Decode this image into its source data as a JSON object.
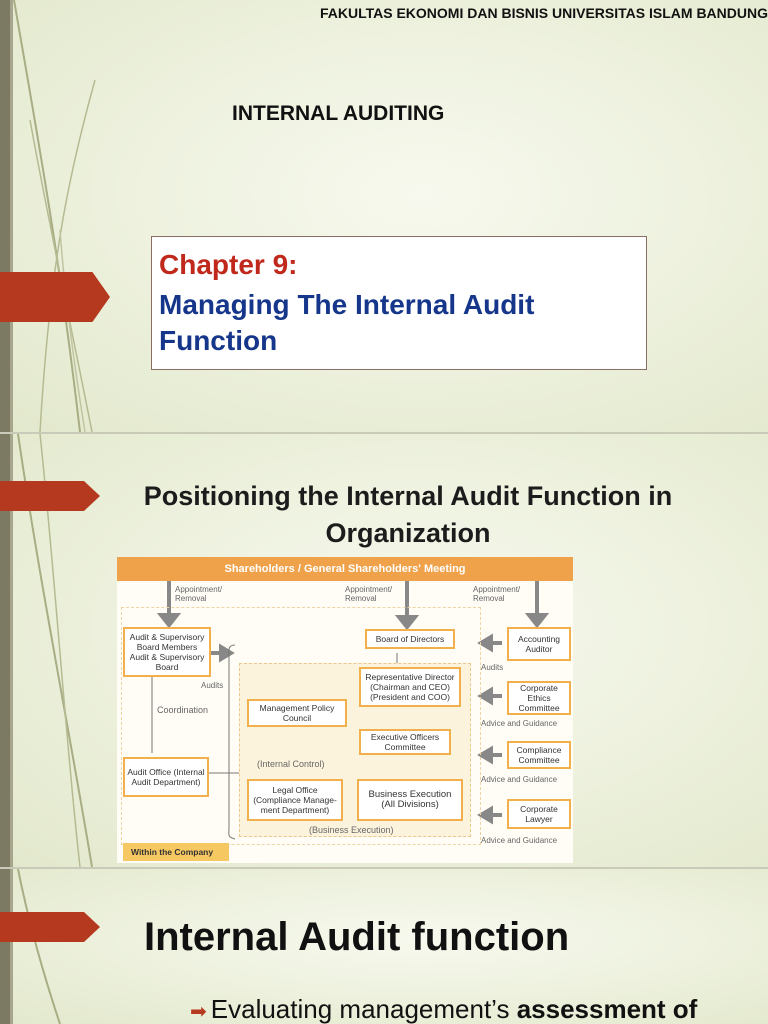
{
  "slide1": {
    "header": "FAKULTAS EKONOMI DAN BISNIS UNIVERSITAS ISLAM BANDUNG",
    "title": "INTERNAL AUDITING",
    "chapter_number": "Chapter 9:",
    "chapter_title": "Managing The Internal Audit Function"
  },
  "slide2": {
    "title": "Positioning the Internal Audit Function in Organization",
    "org_chart": {
      "top_band": "Shareholders / General Shareholders' Meeting",
      "appointment_label": "Appointment/ Removal",
      "audit_board": "Audit & Supervisory Board Members Audit & Supervisory Board",
      "board_of_directors": "Board of Directors",
      "accounting_auditor": "Accounting Auditor",
      "representative_director": "Representative Director (Chairman and CEO) (President and COO)",
      "management_policy": "Management Policy Council",
      "corporate_ethics": "Corporate Ethics Committee",
      "executive_officers": "Executive Officers Committee",
      "compliance_committee": "Compliance Committee",
      "audit_office": "Audit Office (Internal Audit Department)",
      "legal_office": "Legal Office (Compliance Manage-ment Department)",
      "business_execution": "Business Execution (All Divisions)",
      "corporate_lawyer": "Corporate Lawyer",
      "audits_label": "Audits",
      "coordination_label": "Coordination",
      "internal_control_label": "(Internal Control)",
      "business_execution_label": "(Business Execution)",
      "advice_label": "Advice and Guidance",
      "within_company": "Within the Company"
    }
  },
  "slide3": {
    "title": "Internal Audit function",
    "bullet_text": "Evaluating management’s ",
    "bullet_bold": "assessment of"
  },
  "colors": {
    "accent_red": "#b5391e",
    "chapter_red": "#c0281c",
    "chapter_blue": "#15368a",
    "chart_orange": "#f0a24a"
  }
}
